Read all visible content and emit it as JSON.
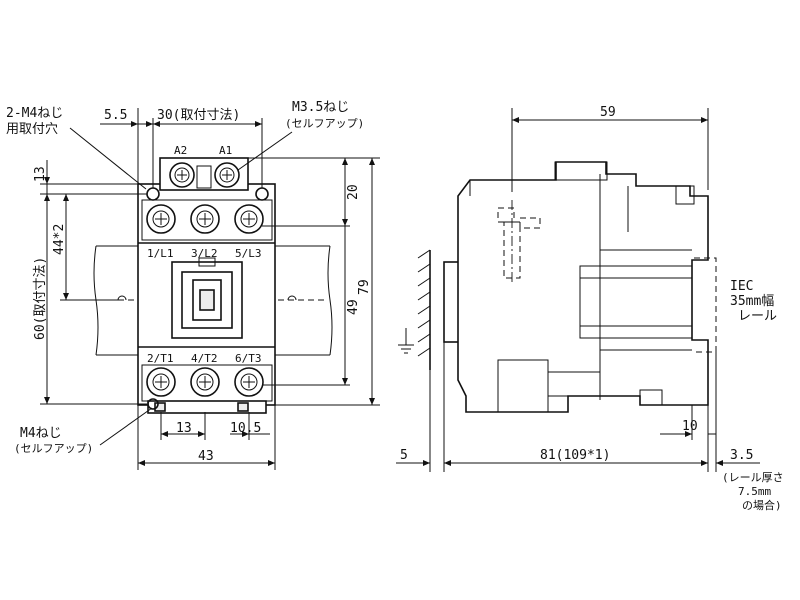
{
  "front_view": {
    "dims": {
      "top_offset": "5.5",
      "mount_pitch": "30(取付寸法)",
      "top_height": "13",
      "hole_pitch": "44*2",
      "mount_height": "60(取付寸法)",
      "terminal_height": "20",
      "center_height": "49",
      "total_height": "79",
      "pitch_13": "13",
      "pitch_105": "10.5",
      "width": "43"
    },
    "notes": {
      "mount_screw_line1": "2-M4ねじ",
      "mount_screw_line2": "用取付穴",
      "coil_screw_line1": "M3.5ねじ",
      "coil_screw_line2": "(セルフアップ)",
      "main_screw_line1": "M4ねじ",
      "main_screw_line2": "(セルフアップ)"
    },
    "terminals": {
      "coil_a2": "A2",
      "coil_a1": "A1",
      "l1": "1/L1",
      "l2": "3/L2",
      "l3": "5/L3",
      "t1": "2/T1",
      "t2": "4/T2",
      "t3": "6/T3"
    }
  },
  "side_view": {
    "dims": {
      "depth_top": "59",
      "gap_left": "5",
      "depth": "81(109*1)",
      "rail_offset": "10",
      "rail_thickness": "3.5"
    },
    "notes": {
      "iec_line1": "IEC",
      "iec_line2": "35mm幅",
      "iec_line3": "レール",
      "rail_note_line1": "(レール厚さ",
      "rail_note_line2": "7.5mm",
      "rail_note_line3": "の場合)"
    }
  }
}
